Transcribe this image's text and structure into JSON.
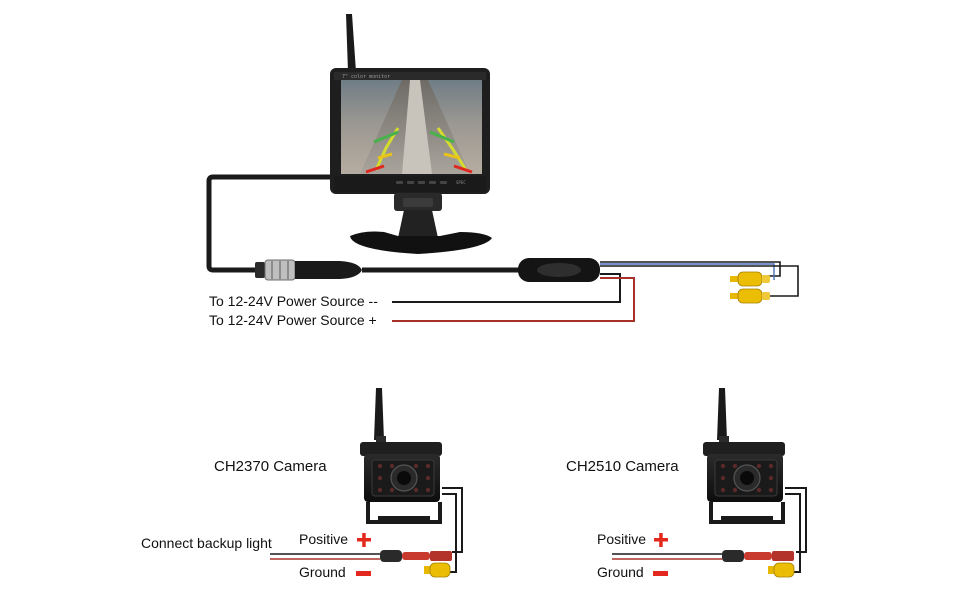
{
  "monitor": {
    "screen_title": "7\" color monitor",
    "brand_mark": "SPEC"
  },
  "power": {
    "negative_label": "To 12-24V Power Source --",
    "positive_label": "To 12-24V Power Source +"
  },
  "camera_1": {
    "name": "CH2370 Camera",
    "backup_label": "Connect backup light",
    "positive_label": "Positive",
    "ground_label": "Ground"
  },
  "camera_2": {
    "name": "CH2510 Camera",
    "positive_label": "Positive",
    "ground_label": "Ground"
  },
  "colors": {
    "wire_red": "#c0392b",
    "wire_black": "#1a1a1a",
    "wire_blue": "#4a6fb5",
    "rca_yellow": "#e8b800",
    "plus_red": "#e3281e"
  },
  "icons": [
    "monitor-icon",
    "camera-icon",
    "antenna-icon",
    "rca-connector-icon",
    "plus-icon",
    "minus-icon"
  ]
}
